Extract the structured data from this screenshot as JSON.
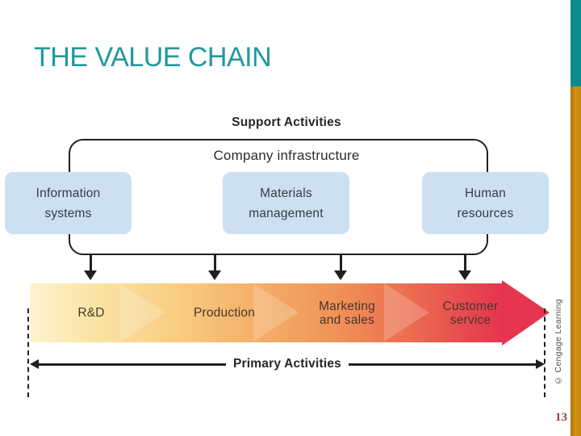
{
  "slide": {
    "title": "THE VALUE CHAIN",
    "page_number": "13",
    "credit": "© Cengage Learning"
  },
  "diagram": {
    "support_title": "Support Activities",
    "infrastructure": "Company infrastructure",
    "support_boxes": [
      {
        "line1": "Information",
        "line2": "systems"
      },
      {
        "line1": "Materials",
        "line2": "management"
      },
      {
        "line1": "Human",
        "line2": "resources"
      }
    ],
    "primary_title": "Primary Activities",
    "primary_segments": [
      {
        "line1": "R&D",
        "line2": ""
      },
      {
        "line1": "Production",
        "line2": ""
      },
      {
        "line1": "Marketing",
        "line2": "and sales"
      },
      {
        "line1": "Customer",
        "line2": "service"
      }
    ]
  },
  "colors": {
    "title_teal": "#21999D",
    "sidebar_teal": "#0C8B8D",
    "sidebar_gold": "#C6870D",
    "box_blue": "#CDE0F2",
    "line": "#231F20",
    "flow_start": "#FDF3CF",
    "flow_mid": "#F09459",
    "flow_end": "#E63550",
    "page_number": "#A03C3C"
  }
}
